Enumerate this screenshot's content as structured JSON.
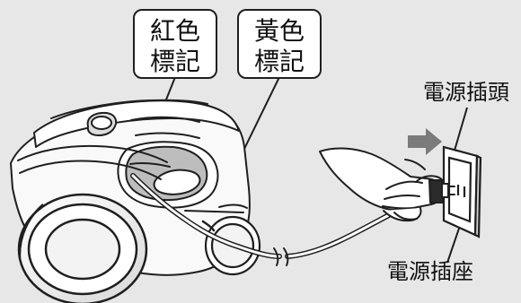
{
  "labels": {
    "red_mark": [
      "紅色",
      "標記"
    ],
    "yellow_mark": [
      "黃色",
      "標記"
    ],
    "power_plug": "電源插頭",
    "power_socket": "電源插座"
  },
  "colors": {
    "background": "#e7e7e7",
    "outline": "#1f1f1f",
    "fill": "#ffffff",
    "shadow_gray": "#bdbdbd",
    "arrow_gray": "#7b7b7b"
  }
}
